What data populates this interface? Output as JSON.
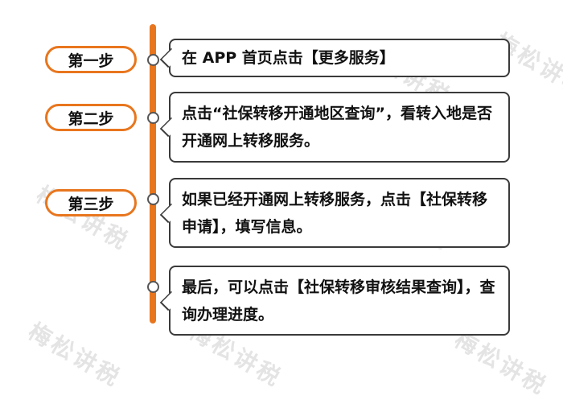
{
  "steps": [
    {
      "label": "第一步",
      "text": "在 APP 首页点击【更多服务】"
    },
    {
      "label": "第二步",
      "text": "点击“社保转移开通地区查询”，看转入地是否开通网上转移服务。"
    },
    {
      "label": "第三步",
      "text": "如果已经开通网上转移服务，点击【社保转移申请】，填写信息。"
    },
    {
      "label": "",
      "text": "最后，可以点击【社保转移审核结果查询】，查询办理进度。"
    }
  ],
  "watermark": "梅松讲税",
  "colors": {
    "accent": "#e8761e",
    "border": "#3a3a3a"
  }
}
